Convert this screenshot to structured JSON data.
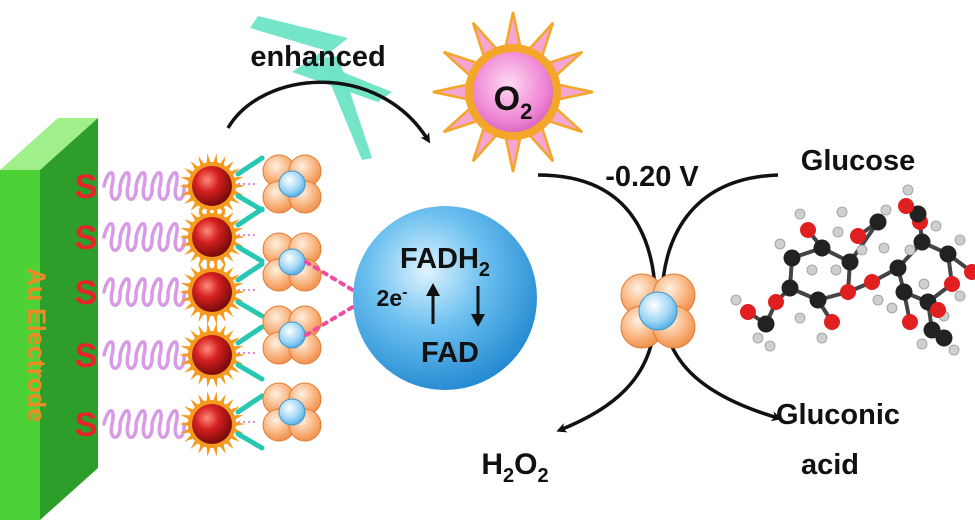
{
  "electrode": {
    "label": "Au Electrode",
    "thiol_symbol": "S"
  },
  "labels": {
    "enhanced": "enhanced",
    "o2_main": "O",
    "o2_sub": "2",
    "voltage": "-0.20 V",
    "glucose": "Glucose",
    "fadh2_main": "FADH",
    "fadh2_sub": "2",
    "two_e_main": "2e",
    "two_e_sup": "-",
    "fad": "FAD",
    "h2o2_h": "H",
    "h2o2_sub1": "2",
    "h2o2_o": "O",
    "h2o2_sub2": "2",
    "gluconic_line1": "Gluconic",
    "gluconic_line2": "acid"
  },
  "colors": {
    "electrode_front": "#4cd137",
    "electrode_side": "#2e9e2a",
    "electrode_text": "#f08a24",
    "sulfur": "#e8232a",
    "linker": "#d79be6",
    "nanoparticle": "#c81e1e",
    "corona": "#f49a1e",
    "teal_linker": "#27c7b2",
    "enzyme_lobe": "#f9a66a",
    "enzyme_core": "#7fc8f0",
    "cofactor_sphere": "#3aa6e3",
    "sun_ray": "#f5a6d0",
    "sun_body": "#f4a62a",
    "sun_core": "#ee7bd2",
    "lightning": "#6ee4c5",
    "arrow": "#111111",
    "atom_oxygen": "#e02020",
    "atom_carbon": "#222222",
    "atom_hydrogen": "#cfcfcf"
  },
  "icons": {
    "lightning": "lightning-bolt-icon",
    "sun": "sun-icon",
    "enzyme": "glucose-oxidase-enzyme-icon",
    "molecule": "glucose-molecule-icon"
  }
}
